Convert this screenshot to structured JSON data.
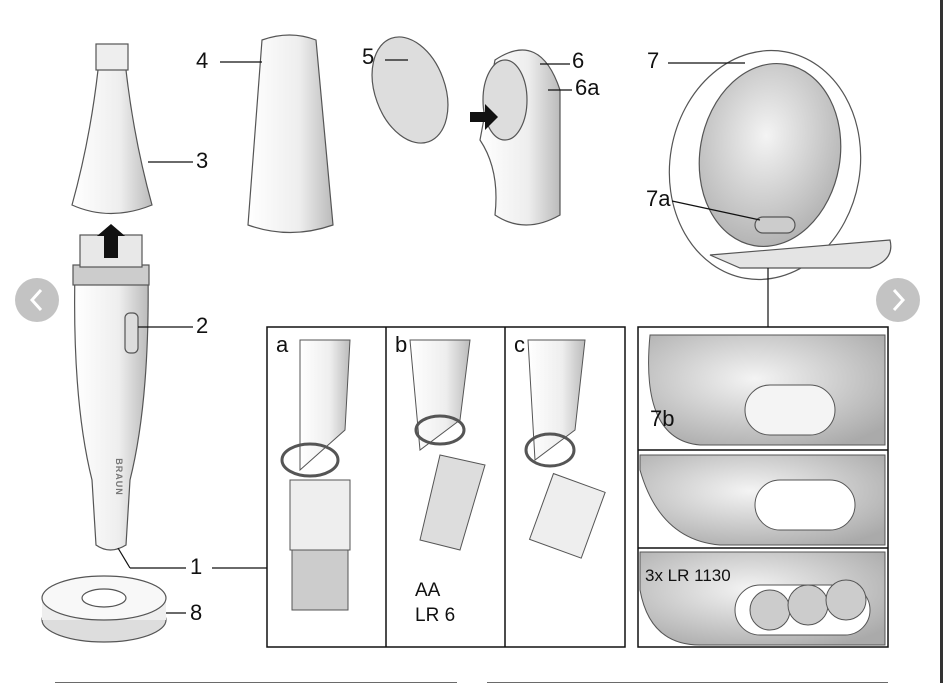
{
  "figure": {
    "labels": {
      "l1": "1",
      "l2": "2",
      "l3": "3",
      "l4": "4",
      "l5": "5",
      "l6": "6",
      "l6a": "6a",
      "l7": "7",
      "l7a": "7a",
      "l7b": "7b",
      "l8": "8"
    },
    "panels": {
      "a": "a",
      "b": "b",
      "c": "c"
    },
    "battery_b": {
      "line1": "AA",
      "line2": "LR 6"
    },
    "battery_mirror": "3x LR 1130",
    "brand_mark": "BRAUN"
  },
  "viewer": {
    "prev_icon": "chevron-left-icon",
    "next_icon": "chevron-right-icon"
  }
}
